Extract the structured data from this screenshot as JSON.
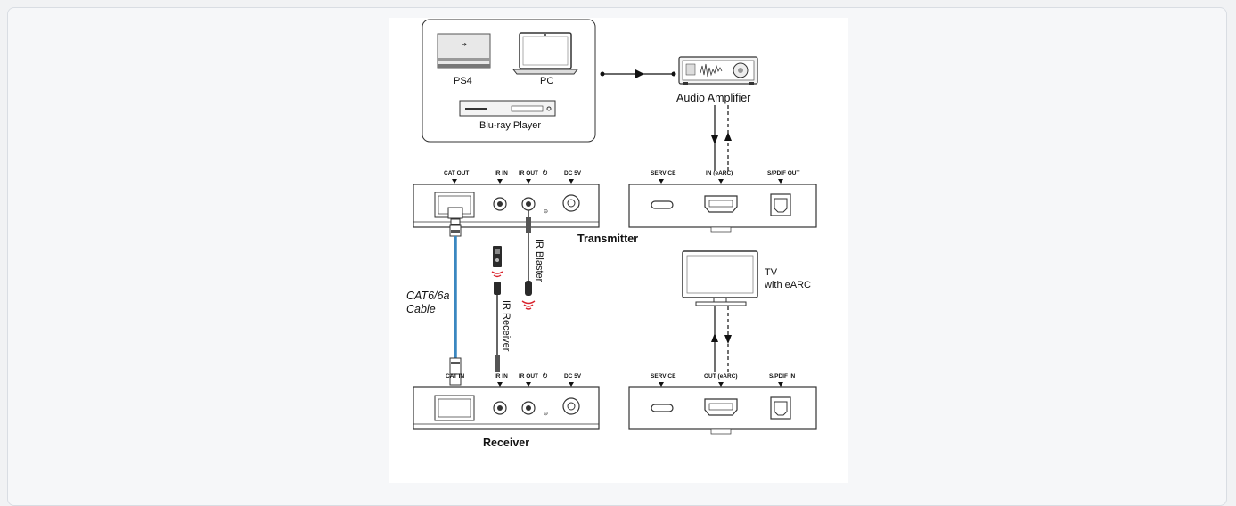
{
  "sources": {
    "ps4": "PS4",
    "pc": "PC",
    "bluray": "Blu-ray Player"
  },
  "amplifier": "Audio Amplifier",
  "tv": {
    "line1": "TV",
    "line2": "with eARC"
  },
  "transmitter": {
    "title": "Transmitter",
    "ports": {
      "cat_out": "CAT OUT",
      "ir_in": "IR IN",
      "ir_out": "IR OUT",
      "power": "⏻",
      "dc": "DC 5V"
    },
    "hdmi_ports": {
      "service": "SERVICE",
      "hdmi": "IN (eARC)",
      "spdif": "S/PDIF OUT"
    }
  },
  "receiver": {
    "title": "Receiver",
    "ports": {
      "cat_in": "CAT IN",
      "ir_in": "IR IN",
      "ir_out": "IR OUT",
      "power": "⏻",
      "dc": "DC 5V"
    },
    "hdmi_ports": {
      "service": "SERVICE",
      "hdmi": "OUT (eARC)",
      "spdif": "S/PDIF IN"
    }
  },
  "cable": {
    "line1": "CAT6/6a",
    "line2": "Cable"
  },
  "ir_blaster": "IR Blaster",
  "ir_receiver": "IR Receiver",
  "colors": {
    "cable": "#3a87c0",
    "ir_wave": "#d9232d"
  }
}
